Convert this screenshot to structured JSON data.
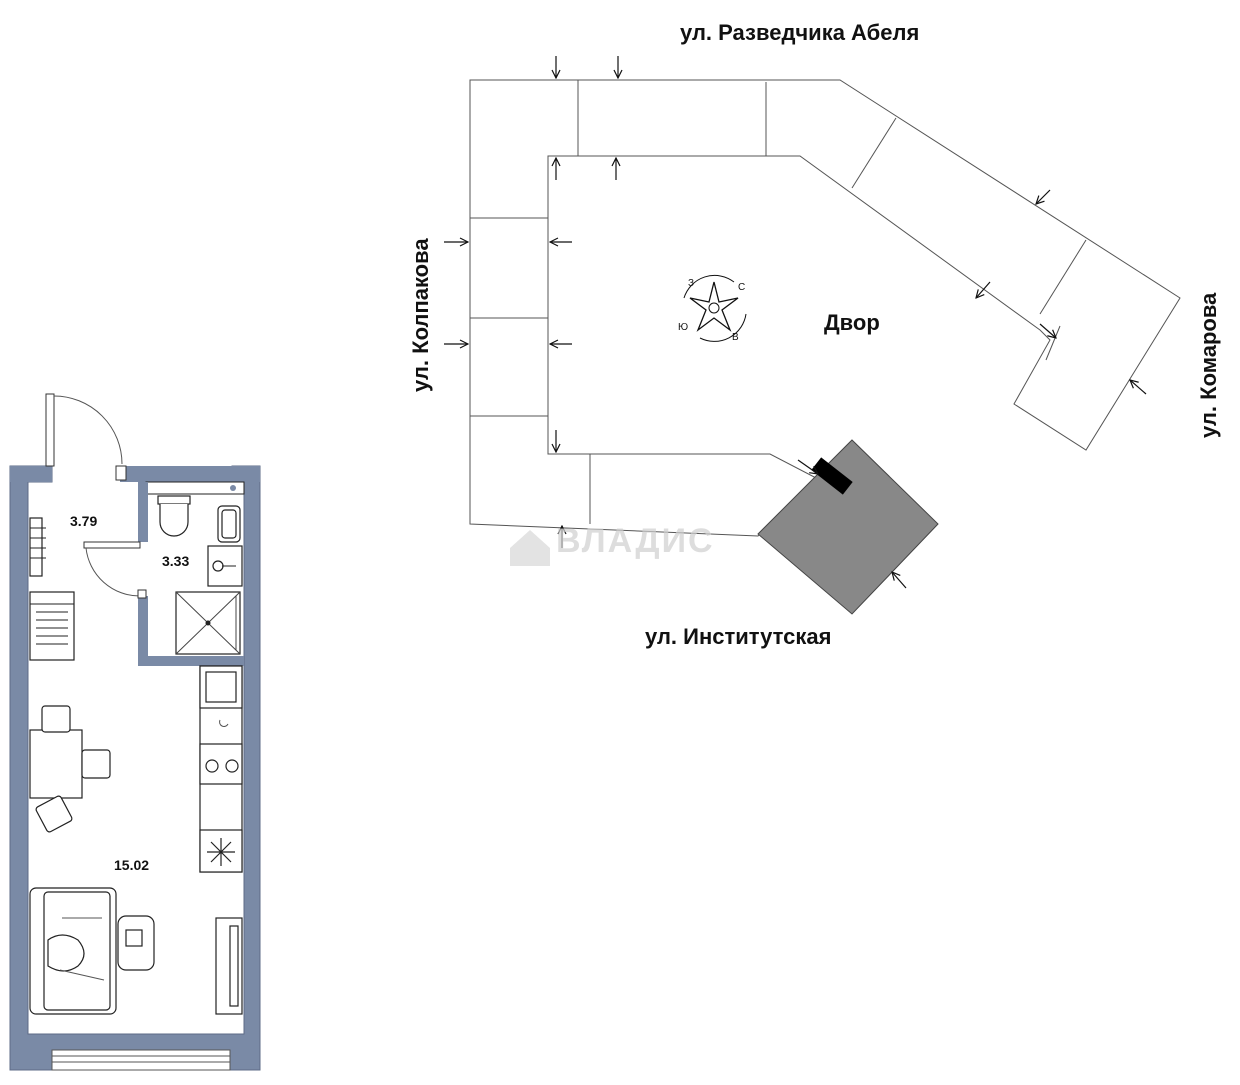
{
  "floorplan": {
    "rooms": {
      "hall_area": "3.79",
      "bath_area": "3.33",
      "main_area": "15.02"
    },
    "wall_color": "#7a8aa6"
  },
  "site_plan": {
    "streets": {
      "north": "ул. Разведчика Абеля",
      "west": "ул. Колпакова",
      "east": "ул. Комарова",
      "south": "ул. Институтская"
    },
    "yard_label": "Двор",
    "compass": {
      "n": "С",
      "e": "В",
      "s": "Ю",
      "w": "З"
    },
    "highlight_color": "#888888"
  },
  "watermark": {
    "text": "ВЛАДИС"
  }
}
